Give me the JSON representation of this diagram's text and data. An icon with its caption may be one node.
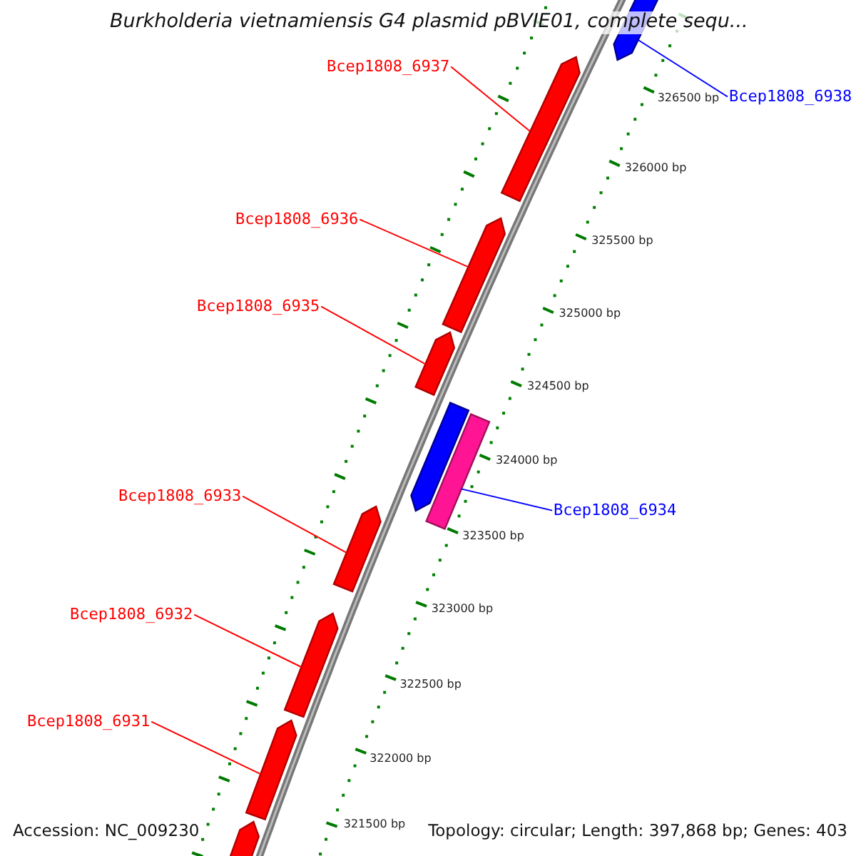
{
  "diagram": {
    "title": "Burkholderia vietnamiensis G4 plasmid pBVIE01, complete sequ...",
    "nodes": [
      {
        "text": [
          "Bcep1808_6937"
        ]
      },
      {
        "text": [
          "Bcep1808_6938"
        ]
      },
      {
        "text": [],
        "shape": "bar"
      },
      {
        "text": [],
        "shape": "bar"
      },
      {
        "text": [
          "Bcep1808_6936"
        ]
      },
      {
        "text": [],
        "shape": "bar"
      },
      {
        "text": [
          "Bcep1808_6935"
        ]
      },
      {
        "text": [],
        "shape": "bar"
      },
      {
        "text": [],
        "shape": "bar"
      },
      {
        "text": [],
        "shape": "bar"
      },
      {
        "text": [
          "Bcep1808_6933"
        ]
      },
      {
        "text": [
          "Bcep1808_6934"
        ]
      },
      {
        "text": [],
        "shape": "bar"
      },
      {
        "text": [
          "Bcep1808_6932"
        ]
      },
      {
        "text": [],
        "shape": "bar"
      },
      {
        "text": [
          "Bcep1808_6931"
        ]
      },
      {
        "text": [],
        "shape": "bar"
      },
      {
        "text": [],
        "shape": "bar"
      }
    ],
    "edges": [
      {
        "from": 0,
        "to": 3,
        "arrow": "none"
      },
      {
        "from": 1,
        "to": 2,
        "arrow": "none",
        "color": "#0000ff"
      },
      {
        "from": 4,
        "to": 5,
        "arrow": "none"
      },
      {
        "from": 6,
        "to": 7,
        "arrow": "none"
      },
      {
        "from": 10,
        "to": 12,
        "arrow": "none"
      },
      {
        "from": 11,
        "to": 9,
        "arrow": "none",
        "color": "#0000ff"
      },
      {
        "from": 13,
        "to": 14,
        "arrow": "none"
      },
      {
        "from": 15,
        "to": 16,
        "arrow": "none"
      }
    ],
    "labels": [
      "326500 bp",
      "326000 bp",
      "325500 bp",
      "325000 bp",
      "324500 bp",
      "324000 bp",
      "323500 bp",
      "323000 bp",
      "322500 bp",
      "322000 bp",
      "321500 bp",
      "Accession: NC_009230",
      "Topology: circular; Length: 397,868 bp; Genes: 403"
    ]
  }
}
